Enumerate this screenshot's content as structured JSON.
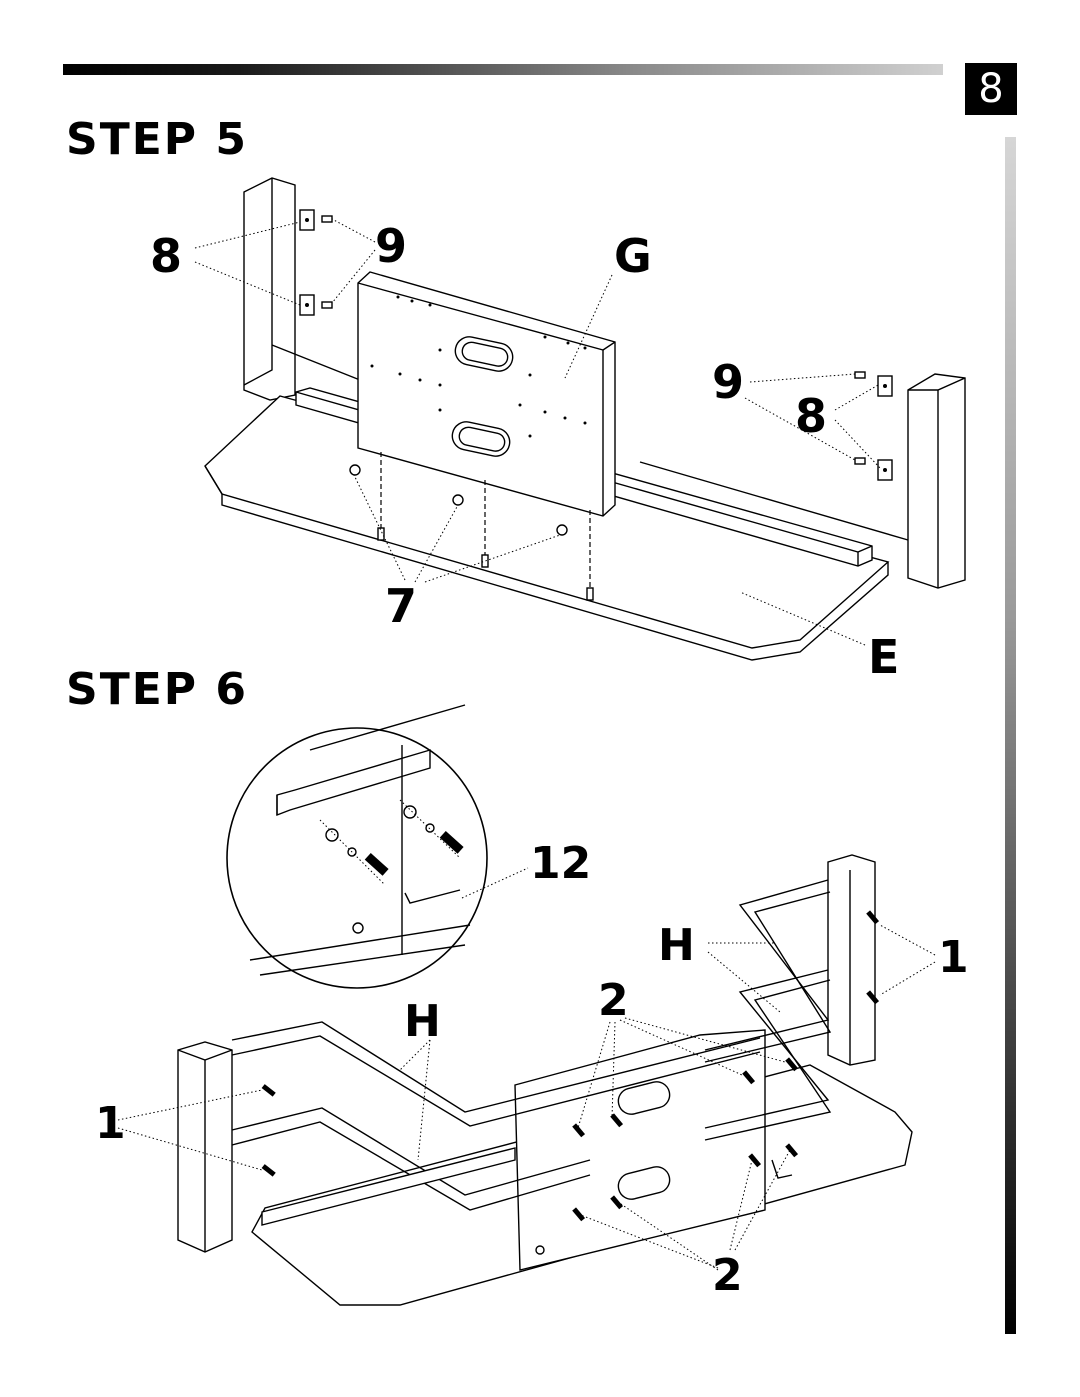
{
  "page_number": "8",
  "step5": {
    "title": "STEP 5",
    "labels": {
      "bracket": "8",
      "screw": "9",
      "panel_g": "G",
      "bracket_r": "8",
      "screw_r": "9",
      "dowel": "7",
      "shelf_e": "E"
    }
  },
  "step6": {
    "title": "STEP 6",
    "labels": {
      "allen_key": "12",
      "frame_h_r": "H",
      "frame_h_l": "H",
      "bolt_1_r": "1",
      "bolt_1_l": "1",
      "bolt_2_top": "2",
      "bolt_2_bot": "2"
    }
  }
}
